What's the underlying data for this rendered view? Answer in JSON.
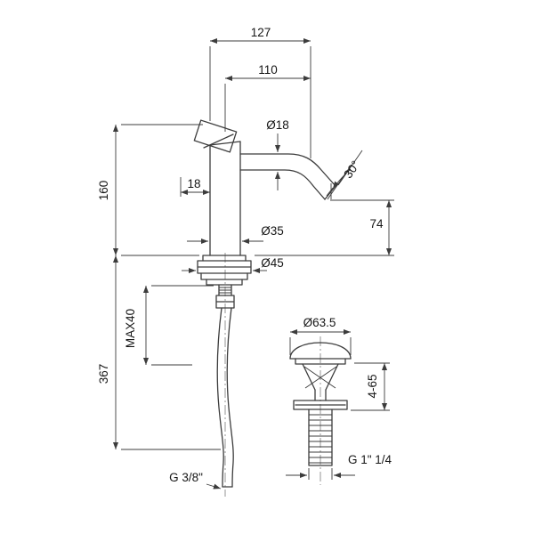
{
  "diagram": {
    "type": "technical-drawing",
    "subject": "single-lever basin mixer faucet with pop-up waste",
    "colors": {
      "line": "#3c3c3c",
      "centerline": "#7a7a7a",
      "text": "#161616",
      "background": "#ffffff"
    },
    "labels": {
      "dim_127": "127",
      "dim_110": "110",
      "dia_spout": "Ø18",
      "dim_18": "18",
      "angle_spout": "30°",
      "dim_160": "160",
      "dia_body": "Ø35",
      "dim_74": "74",
      "dia_base": "Ø45",
      "dim_max40": "MAX40",
      "dim_367": "367",
      "dia_waste_cap": "Ø63.5",
      "dim_4_65": "4-65",
      "thread_supply": "G 3/8\"",
      "thread_waste": "G 1\" 1/4"
    }
  }
}
